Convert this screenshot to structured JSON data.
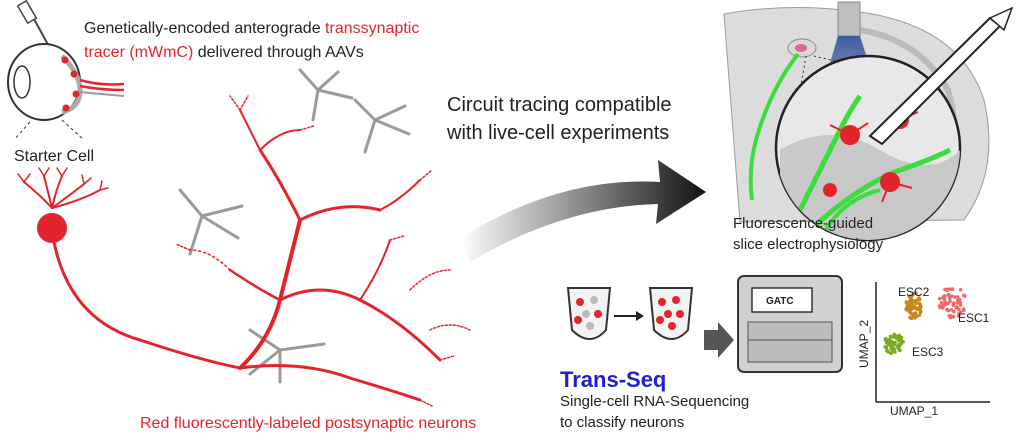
{
  "tracer": {
    "line1_prefix": "Genetically-encoded anterograde ",
    "line1_red": "transsynaptic",
    "line2_red": "tracer (mWmC)",
    "line2_suffix": " delivered through AAVs"
  },
  "starter_cell": "Starter Cell",
  "circuit": {
    "line1": "Circuit tracing compatible",
    "line2": "with live-cell experiments"
  },
  "fluorescence": {
    "line1": "Fluorescence-guided",
    "line2": "slice electrophysiology"
  },
  "transseq": {
    "title": "Trans-Seq",
    "line1": "Single-cell RNA-Sequencing",
    "line2": "to classify neurons"
  },
  "postsynaptic_label": "Red fluorescently-labeled postsynaptic neurons",
  "sequencer_label": "GATC",
  "umap": {
    "xlabel": "UMAP_1",
    "ylabel": "UMAP_2",
    "clusters": [
      {
        "name": "ESC1",
        "color": "#f06a6a"
      },
      {
        "name": "ESC2",
        "color": "#c9861a"
      },
      {
        "name": "ESC3",
        "color": "#7cab23"
      }
    ]
  },
  "colors": {
    "red": "#e3242b",
    "green": "#3ddc3d",
    "grey": "#9a9a9a",
    "blue_text": "#1f1fd6"
  }
}
